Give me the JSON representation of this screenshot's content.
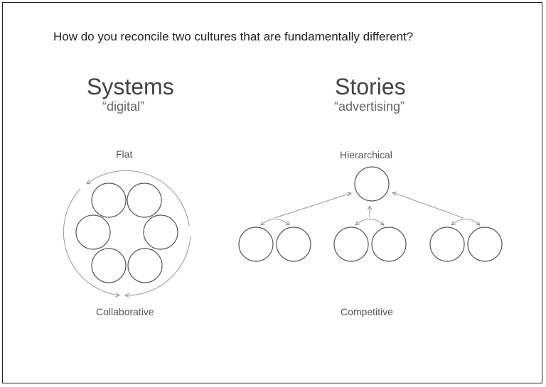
{
  "question": "How do you reconcile two cultures that are fundamentally different?",
  "left": {
    "title": "Systems",
    "subtitle": "“digital”",
    "top_label": "Flat",
    "bottom_label": "Collaborative"
  },
  "right": {
    "title": "Stories",
    "subtitle": "“advertising”",
    "top_label": "Hierarchical",
    "bottom_label": "Competitive"
  }
}
